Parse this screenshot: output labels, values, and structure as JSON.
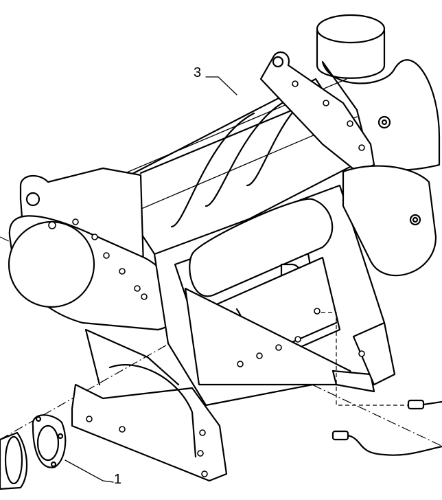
{
  "callouts": [
    {
      "id": "part-1",
      "label": "1"
    },
    {
      "id": "part-3",
      "label": "3"
    }
  ],
  "colors": {
    "line": "#000000",
    "background": "#ffffff"
  }
}
